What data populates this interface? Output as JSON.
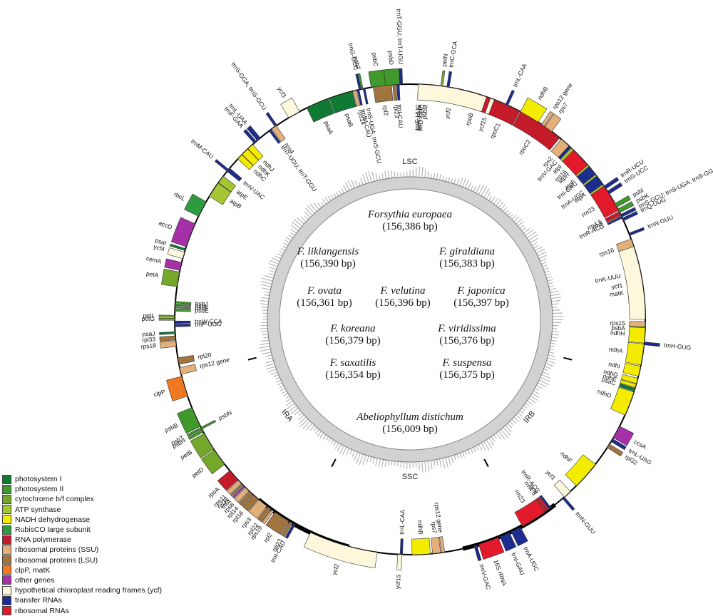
{
  "legend": [
    {
      "label": "photosystem I",
      "color": "#0f7a34"
    },
    {
      "label": "photosystem II",
      "color": "#3f9a2b"
    },
    {
      "label": "cytochrome b/f complex",
      "color": "#75a72a"
    },
    {
      "label": "ATP synthase",
      "color": "#a3c632"
    },
    {
      "label": "NADH dehydrogenase",
      "color": "#f4ec00"
    },
    {
      "label": "RubisCO large subunit",
      "color": "#2e9b3f"
    },
    {
      "label": "RNA polymerase",
      "color": "#c51a2a"
    },
    {
      "label": "ribosomal proteins (SSU)",
      "color": "#e3b07a"
    },
    {
      "label": "ribosomal proteins (LSU)",
      "color": "#a0743f"
    },
    {
      "label": "clpP, matK",
      "color": "#f07820"
    },
    {
      "label": "other genes",
      "color": "#a630a8"
    },
    {
      "label": "hypothetical chloroplast reading frames (ycf)",
      "color": "#fdf8dc"
    },
    {
      "label": "transfer RNAs",
      "color": "#1c2c8f"
    },
    {
      "label": "ribosomal RNAs",
      "color": "#e21a2b"
    }
  ],
  "regions": {
    "lsc": "LSC",
    "ira": "IRA",
    "irb": "IRB",
    "ssc": "SSC"
  },
  "species": [
    {
      "name": "Forsythia europaea",
      "size": "(156,386 bp)"
    },
    {
      "name": "F. likiangensis",
      "size": "(156,390 bp)"
    },
    {
      "name": "F. giraldiana",
      "size": "(156,383 bp)"
    },
    {
      "name": "F. ovata",
      "size": "(156,361 bp)"
    },
    {
      "name": "F. velutina",
      "size": "(156,396 bp)"
    },
    {
      "name": "F. japonica",
      "size": "(156,397 bp)"
    },
    {
      "name": "F. koreana",
      "size": "(156,379 bp)"
    },
    {
      "name": "F. viridissima",
      "size": "(156,376 bp)"
    },
    {
      "name": "F. saxatilis",
      "size": "(156,354 bp)"
    },
    {
      "name": "F. suspensa",
      "size": "(156,375 bp)"
    },
    {
      "name": "Abeliophyllum distichum",
      "size": "(156,009 bp)"
    }
  ],
  "genes": [
    {
      "label": "psbA",
      "color": "#3f9a2b",
      "a1": 91,
      "a2": 94,
      "side": "in"
    },
    {
      "label": "trnH-GUG",
      "color": "#1c2c8f",
      "a1": 95.5,
      "a2": 96.2,
      "side": "out"
    },
    {
      "label": "matK",
      "color": "#f07820",
      "a1": 79,
      "a2": 87,
      "side": "in"
    },
    {
      "label": "trnK-UUU",
      "color": "#1c2c8f",
      "a1": 78,
      "a2": 78.8,
      "side": "in"
    },
    {
      "label": "rps16",
      "color": "#e3b07a",
      "a1": 70,
      "a2": 72.5,
      "side": "in"
    },
    {
      "label": "trnQ-UUG",
      "color": "#1c2c8f",
      "a1": 64.5,
      "a2": 65.2,
      "side": "out"
    },
    {
      "label": "psbK",
      "color": "#3f9a2b",
      "a1": 62,
      "a2": 63,
      "side": "out"
    },
    {
      "label": "psbI",
      "color": "#3f9a2b",
      "a1": 60.5,
      "a2": 61.5,
      "side": "out"
    },
    {
      "label": "trnS-GCU; trnS-UGA; trnS-GGA",
      "color": "#1c2c8f",
      "a1": 63.5,
      "a2": 64.2,
      "side": "out"
    },
    {
      "label": "trnG-UCC",
      "color": "#1c2c8f",
      "a1": 57,
      "a2": 57.8,
      "side": "out"
    },
    {
      "label": "trnR-UCU",
      "color": "#1c2c8f",
      "a1": 55.5,
      "a2": 56.3,
      "side": "out"
    },
    {
      "label": "atpA",
      "color": "#a3c632",
      "a1": 52,
      "a2": 57,
      "side": "in"
    },
    {
      "label": "atpF",
      "color": "#a3c632",
      "a1": 48.5,
      "a2": 51.5,
      "side": "in"
    },
    {
      "label": "atpH",
      "color": "#a3c632",
      "a1": 47,
      "a2": 48,
      "side": "in"
    },
    {
      "label": "atpI",
      "color": "#a3c632",
      "a1": 43,
      "a2": 46,
      "side": "in"
    },
    {
      "label": "rps2",
      "color": "#e3b07a",
      "a1": 40,
      "a2": 42.5,
      "side": "in"
    },
    {
      "label": "rpoC2",
      "color": "#c51a2a",
      "a1": 28,
      "a2": 39.5,
      "side": "in"
    },
    {
      "label": "rpoC1",
      "color": "#c51a2a",
      "a1": 21,
      "a2": 27.8,
      "side": "in"
    },
    {
      "label": "rpoB",
      "color": "#c51a2a",
      "a1": 12.5,
      "a2": 20.8,
      "side": "in"
    },
    {
      "label": "trnC-GCA",
      "color": "#1c2c8f",
      "a1": 9,
      "a2": 9.6,
      "side": "out"
    },
    {
      "label": "petN",
      "color": "#75a72a",
      "a1": 7.5,
      "a2": 8,
      "side": "out"
    },
    {
      "label": "psbM",
      "color": "#3f9a2b",
      "a1": 4,
      "a2": 4.5,
      "side": "in"
    },
    {
      "label": "trnD-GUC",
      "color": "#1c2c8f",
      "a1": 3,
      "a2": 3.5,
      "side": "in"
    },
    {
      "label": "trnY-GUA",
      "color": "#1c2c8f",
      "a1": 2.5,
      "a2": 3,
      "side": "in"
    },
    {
      "label": "trnE-UUC",
      "color": "#1c2c8f",
      "a1": 2,
      "a2": 2.5,
      "side": "in"
    },
    {
      "label": "trnT-GGU; trnT-UGU",
      "color": "#1c2c8f",
      "a1": -2.5,
      "a2": -1.8,
      "side": "out"
    },
    {
      "label": "psbD",
      "color": "#3f9a2b",
      "a1": -6,
      "a2": -2.5,
      "side": "out"
    },
    {
      "label": "psbC",
      "color": "#3f9a2b",
      "a1": -9.5,
      "a2": -6,
      "side": "out"
    },
    {
      "label": "trnS-UGA; trnS-GCU",
      "color": "#1c2c8f",
      "a1": -11.5,
      "a2": -11,
      "side": "in"
    },
    {
      "label": "psbZ",
      "color": "#3f9a2b",
      "a1": -12,
      "a2": -11.5,
      "side": "out"
    },
    {
      "label": "trnG-GCC",
      "color": "#1c2c8f",
      "a1": -12.5,
      "a2": -12,
      "side": "out"
    },
    {
      "label": "trnfM-CAU",
      "color": "#1c2c8f",
      "a1": -13,
      "a2": -12.5,
      "side": "in"
    },
    {
      "label": "rps14",
      "color": "#e3b07a",
      "a1": -14,
      "a2": -13.2,
      "side": "in"
    },
    {
      "label": "psaB",
      "color": "#0f7a34",
      "a1": -20,
      "a2": -14.2,
      "side": "in"
    },
    {
      "label": "psaA",
      "color": "#0f7a34",
      "a1": -26,
      "a2": -20.2,
      "side": "in"
    },
    {
      "label": "ycf3",
      "color": "#fdf8dc",
      "a1": -31,
      "a2": -28,
      "side": "out"
    },
    {
      "label": "trnS-GGA; trnS-GCU",
      "color": "#1c2c8f",
      "a1": -35,
      "a2": -34.4,
      "side": "out"
    },
    {
      "label": "rps4",
      "color": "#e3b07a",
      "a1": -36,
      "a2": -34.6,
      "side": "in"
    },
    {
      "label": "trnT-UGU; trnT-GGU",
      "color": "#1c2c8f",
      "a1": -36.8,
      "a2": -36.2,
      "side": "in"
    },
    {
      "label": "trnL-UAA",
      "color": "#1c2c8f",
      "a1": -40.5,
      "a2": -39.5,
      "side": "out"
    },
    {
      "label": "trnF-GAA",
      "color": "#1c2c8f",
      "a1": -41.5,
      "a2": -40.8,
      "side": "out"
    },
    {
      "label": "ndhJ",
      "color": "#f4ec00",
      "a1": -43.5,
      "a2": -42,
      "side": "in"
    },
    {
      "label": "ndhK",
      "color": "#f4ec00",
      "a1": -45.5,
      "a2": -43.6,
      "side": "in"
    },
    {
      "label": "ndhC",
      "color": "#f4ec00",
      "a1": -47,
      "a2": -45.6,
      "side": "in"
    },
    {
      "label": "trnM-CAU",
      "color": "#1c2c8f",
      "a1": -51,
      "a2": -50.4,
      "side": "out"
    },
    {
      "label": "trnV-UAC",
      "color": "#1c2c8f",
      "a1": -51,
      "a2": -50,
      "side": "in"
    },
    {
      "label": "atpE",
      "color": "#a3c632",
      "a1": -54.5,
      "a2": -52.5,
      "side": "in"
    },
    {
      "label": "atpB",
      "color": "#a3c632",
      "a1": -58.5,
      "a2": -54.6,
      "side": "in"
    },
    {
      "label": "rbcL",
      "color": "#2e9b3f",
      "a1": -64,
      "a2": -60,
      "side": "out"
    },
    {
      "label": "accD",
      "color": "#a630a8",
      "a1": -72,
      "a2": -66,
      "side": "out"
    },
    {
      "label": "psaI",
      "color": "#0f7a34",
      "a1": -73,
      "a2": -72.5,
      "side": "out"
    },
    {
      "label": "ycf4",
      "color": "#fdf8dc",
      "a1": -75,
      "a2": -73.4,
      "side": "out"
    },
    {
      "label": "cemA",
      "color": "#a630a8",
      "a1": -78,
      "a2": -76,
      "side": "out"
    },
    {
      "label": "petA",
      "color": "#75a72a",
      "a1": -82,
      "a2": -78.4,
      "side": "out"
    },
    {
      "label": "psbJ",
      "color": "#3f9a2b",
      "a1": -86,
      "a2": -85.6,
      "side": "in"
    },
    {
      "label": "psbL",
      "color": "#3f9a2b",
      "a1": -86.6,
      "a2": -86.2,
      "side": "in"
    },
    {
      "label": "psbF",
      "color": "#3f9a2b",
      "a1": -87.2,
      "a2": -86.8,
      "side": "in"
    },
    {
      "label": "psbE",
      "color": "#3f9a2b",
      "a1": -88,
      "a2": -87.4,
      "side": "in"
    },
    {
      "label": "petL",
      "color": "#75a72a",
      "a1": -89.5,
      "a2": -89,
      "side": "out"
    },
    {
      "label": "petG",
      "color": "#75a72a",
      "a1": -90.2,
      "a2": -89.7,
      "side": "out"
    },
    {
      "label": "trnW-CCA",
      "color": "#1c2c8f",
      "a1": -91,
      "a2": -90.4,
      "side": "in"
    },
    {
      "label": "trnP-UGG",
      "color": "#1c2c8f",
      "a1": -91.8,
      "a2": -91.2,
      "side": "in"
    },
    {
      "label": "psaJ",
      "color": "#0f7a34",
      "a1": -93.5,
      "a2": -93,
      "side": "out"
    },
    {
      "label": "rpl33",
      "color": "#a0743f",
      "a1": -95,
      "a2": -94,
      "side": "out"
    },
    {
      "label": "rps18",
      "color": "#e3b07a",
      "a1": -96.6,
      "a2": -95.2,
      "side": "out"
    },
    {
      "label": "rpl20",
      "color": "#a0743f",
      "a1": -101,
      "a2": -99.4,
      "side": "in"
    },
    {
      "label": "rps12 gene",
      "color": "#e3b07a",
      "a1": -103.5,
      "a2": -101.8,
      "side": "in"
    },
    {
      "label": "clpP",
      "color": "#f07820",
      "a1": -109,
      "a2": -104,
      "side": "out"
    },
    {
      "label": "psbB",
      "color": "#3f9a2b",
      "a1": -117,
      "a2": -112,
      "side": "out"
    },
    {
      "label": "psbT",
      "color": "#3f9a2b",
      "a1": -117.8,
      "a2": -117.3,
      "side": "out"
    },
    {
      "label": "psbH",
      "color": "#3f9a2b",
      "a1": -118.6,
      "a2": -118,
      "side": "out"
    },
    {
      "label": "psbN",
      "color": "#3f9a2b",
      "a1": -117.8,
      "a2": -117.3,
      "side": "in"
    },
    {
      "label": "petB",
      "color": "#75a72a",
      "a1": -123.5,
      "a2": -119,
      "side": "out"
    },
    {
      "label": "petD",
      "color": "#75a72a",
      "a1": -128,
      "a2": -123.8,
      "side": "out"
    },
    {
      "label": "rpoA",
      "color": "#c51a2a",
      "a1": -133,
      "a2": -130,
      "side": "out"
    },
    {
      "label": "rps11",
      "color": "#e3b07a",
      "a1": -134.2,
      "a2": -133.2,
      "side": "out"
    },
    {
      "label": "rpl36",
      "color": "#a0743f",
      "a1": -134.8,
      "a2": -134.4,
      "side": "out"
    },
    {
      "label": "infA",
      "color": "#a630a8",
      "a1": -135.4,
      "a2": -135,
      "side": "out"
    },
    {
      "label": "rps8",
      "color": "#e3b07a",
      "a1": -136.8,
      "a2": -135.6,
      "side": "out"
    },
    {
      "label": "rpl14",
      "color": "#a0743f",
      "a1": -138,
      "a2": -137,
      "side": "out"
    },
    {
      "label": "rpl16",
      "color": "#a0743f",
      "a1": -139.8,
      "a2": -138.2,
      "side": "out"
    },
    {
      "label": "rps3",
      "color": "#e3b07a",
      "a1": -142.5,
      "a2": -140,
      "side": "out"
    },
    {
      "label": "rpl22",
      "color": "#a0743f",
      "a1": -143.8,
      "a2": -142.7,
      "side": "out"
    },
    {
      "label": "rps19",
      "color": "#e3b07a",
      "a1": -144.6,
      "a2": -144,
      "side": "out"
    },
    {
      "label": "rpl2",
      "color": "#a0743f",
      "a1": -149,
      "a2": -145,
      "side": "out"
    },
    {
      "label": "rpl23",
      "color": "#a0743f",
      "a1": -150,
      "a2": -149.2,
      "side": "out"
    },
    {
      "label": "trnI-CAU",
      "color": "#1c2c8f",
      "a1": -150.8,
      "a2": -150.2,
      "side": "out"
    },
    {
      "label": "ycf2",
      "color": "#fdf8dc",
      "a1": -172,
      "a2": -155,
      "side": "out"
    },
    {
      "label": "trnL-CAA",
      "color": "#1c2c8f",
      "a1": -178.2,
      "a2": -177.6,
      "side": "in"
    },
    {
      "label": "ycf15",
      "color": "#fdf8dc",
      "a1": -178,
      "a2": -177,
      "side": "out"
    },
    {
      "label": "ndhB",
      "color": "#f4ec00",
      "a1": 175,
      "a2": 179.5,
      "side": "in"
    },
    {
      "label": "rps7",
      "color": "#e3b07a",
      "a1": 172.5,
      "a2": 174.5,
      "side": "in"
    },
    {
      "label": "rps12 gene",
      "color": "#e3b07a",
      "a1": 171.5,
      "a2": 172.3,
      "side": "in"
    },
    {
      "label": "trnV-GAC",
      "color": "#1c2c8f",
      "a1": 163.5,
      "a2": 164.2,
      "side": "out"
    },
    {
      "label": "16S rRNA",
      "color": "#e21a2b",
      "a1": 158,
      "a2": 163,
      "side": "out"
    },
    {
      "label": "trnI-GAU",
      "color": "#1c2c8f",
      "a1": 155,
      "a2": 157.5,
      "side": "out"
    },
    {
      "label": "trnA-UGC",
      "color": "#1c2c8f",
      "a1": 152,
      "a2": 154.5,
      "side": "out"
    },
    {
      "label": "rrn23",
      "color": "#e21a2b",
      "a1": 145,
      "a2": 151.5,
      "side": "in"
    },
    {
      "label": "rrn4.5",
      "color": "#e21a2b",
      "a1": 144.4,
      "a2": 144.9,
      "side": "in"
    },
    {
      "label": "rrn5",
      "color": "#e21a2b",
      "a1": 143.8,
      "a2": 144.3,
      "side": "in"
    },
    {
      "label": "trnR-ACG",
      "color": "#1c2c8f",
      "a1": 143.2,
      "a2": 143.7,
      "side": "in"
    },
    {
      "label": "trnN-GUU",
      "color": "#1c2c8f",
      "a1": 139,
      "a2": 139.6,
      "side": "out"
    },
    {
      "label": "ycf1",
      "color": "#fdf8dc",
      "a1": 137,
      "a2": 139,
      "side": "in"
    },
    {
      "label": "ndhF",
      "color": "#f4ec00",
      "a1": 128,
      "a2": 135,
      "side": "in"
    },
    {
      "label": "rpl32",
      "color": "#a0743f",
      "a1": 122,
      "a2": 123,
      "side": "out"
    },
    {
      "label": "trnL-UAG",
      "color": "#1c2c8f",
      "a1": 120.5,
      "a2": 121.3,
      "side": "out"
    },
    {
      "label": "ccsA",
      "color": "#a630a8",
      "a1": 117,
      "a2": 120.2,
      "side": "out"
    },
    {
      "label": "ndhD",
      "color": "#f4ec00",
      "a1": 108,
      "a2": 114,
      "side": "in"
    },
    {
      "label": "psaC",
      "color": "#0f7a34",
      "a1": 107,
      "a2": 107.8,
      "side": "in"
    },
    {
      "label": "ndhE",
      "color": "#f4ec00",
      "a1": 106,
      "a2": 106.8,
      "side": "in"
    },
    {
      "label": "ndhG",
      "color": "#f4ec00",
      "a1": 104.5,
      "a2": 105.8,
      "side": "in"
    },
    {
      "label": "ndhI",
      "color": "#f4ec00",
      "a1": 101.5,
      "a2": 104,
      "side": "in"
    },
    {
      "label": "ndhA",
      "color": "#f4ec00",
      "a1": 96,
      "a2": 101.2,
      "side": "in"
    },
    {
      "label": "ndhH",
      "color": "#f4ec00",
      "a1": 92,
      "a2": 95.8,
      "side": "in"
    },
    {
      "label": "rps15",
      "color": "#e3b07a",
      "a1": 90.5,
      "a2": 91.8,
      "side": "in"
    },
    {
      "label": "ycf1",
      "color": "#fdf8dc",
      "a1": 72,
      "a2": 90,
      "side": "in"
    },
    {
      "label": "trnN-GUU",
      "color": "#1c2c8f",
      "a1": 68.5,
      "a2": 69.1,
      "side": "out"
    },
    {
      "label": "trnR-ACG",
      "color": "#1c2c8f",
      "a1": 64,
      "a2": 64.5,
      "side": "in"
    },
    {
      "label": "rrn5",
      "color": "#e21a2b",
      "a1": 63.3,
      "a2": 63.8,
      "side": "in"
    },
    {
      "label": "rrn4.5",
      "color": "#e21a2b",
      "a1": 62.7,
      "a2": 63.2,
      "side": "in"
    },
    {
      "label": "rrn23",
      "color": "#e21a2b",
      "a1": 55.5,
      "a2": 62.4,
      "side": "in"
    },
    {
      "label": "trnA-UGC",
      "color": "#1c2c8f",
      "a1": 52.5,
      "a2": 55,
      "side": "in"
    },
    {
      "label": "trnI-GAU",
      "color": "#1c2c8f",
      "a1": 49.5,
      "a2": 52,
      "side": "in"
    },
    {
      "label": "rrn16",
      "color": "#e21a2b",
      "a1": 44,
      "a2": 49,
      "side": "in"
    },
    {
      "label": "trnV-GAC",
      "color": "#1c2c8f",
      "a1": 42.5,
      "a2": 43.2,
      "side": "in"
    },
    {
      "label": "rps12 gene",
      "color": "#e3b07a",
      "a1": 34,
      "a2": 34.8,
      "side": "out"
    },
    {
      "label": "rps7",
      "color": "#e3b07a",
      "a1": 35,
      "a2": 37,
      "side": "out"
    },
    {
      "label": "ndhB",
      "color": "#f4ec00",
      "a1": 28,
      "a2": 33,
      "side": "out"
    },
    {
      "label": "trnL-CAA",
      "color": "#1c2c8f",
      "a1": 24,
      "a2": 24.6,
      "side": "out"
    },
    {
      "label": "ycf15",
      "color": "#fdf8dc",
      "a1": 20,
      "a2": 21,
      "side": "in"
    },
    {
      "label": "ycf2",
      "color": "#fdf8dc",
      "a1": 2,
      "a2": 19,
      "side": "in"
    },
    {
      "label": "trnI-CAU",
      "color": "#1c2c8f",
      "a1": -3.2,
      "a2": -2.6,
      "side": "in"
    },
    {
      "label": "rpl23",
      "color": "#a0743f",
      "a1": -4.2,
      "a2": -3.4,
      "side": "in"
    },
    {
      "label": "rpl2",
      "color": "#a0743f",
      "a1": -9,
      "a2": -4.5,
      "side": "in"
    }
  ]
}
